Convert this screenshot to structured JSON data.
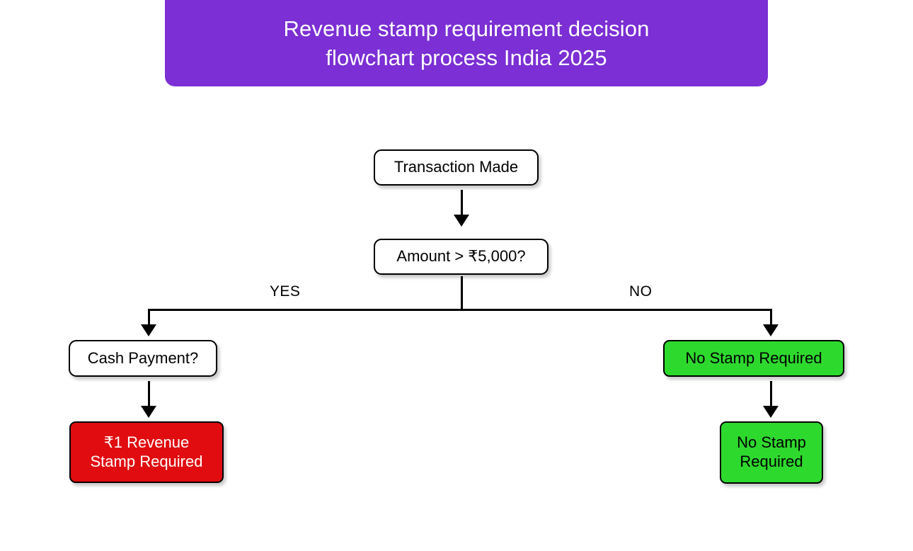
{
  "banner": {
    "title": "Revenue stamp requirement decision\nflowchart process India 2025",
    "background_color": "#7B2FD4",
    "text_color": "#FFFFFF"
  },
  "flowchart": {
    "type": "decision-flowchart",
    "background_color": "#FFFFFF",
    "line_color": "#000000",
    "nodes": [
      {
        "id": "start",
        "label": "Transaction Made",
        "shape": "rounded-rectangle",
        "fill": "#FFFFFF",
        "text_color": "#000000"
      },
      {
        "id": "amount-check",
        "label": "Amount > ₹5,000?",
        "shape": "rounded-rectangle",
        "fill": "#FFFFFF",
        "text_color": "#000000"
      },
      {
        "id": "cash-check",
        "label": "Cash Payment?",
        "shape": "rounded-rectangle",
        "fill": "#FFFFFF",
        "text_color": "#000000"
      },
      {
        "id": "stamp-required",
        "label": "₹1 Revenue\nStamp Required",
        "shape": "rounded-rectangle",
        "fill": "#E00C10",
        "text_color": "#FFFFFF"
      },
      {
        "id": "no-stamp-wide",
        "label": "No Stamp Required",
        "shape": "rounded-rectangle",
        "fill": "#2ED92E",
        "text_color": "#000000"
      },
      {
        "id": "no-stamp-small",
        "label": "No Stamp\nRequired",
        "shape": "rounded-rectangle",
        "fill": "#2ED92E",
        "text_color": "#000000"
      }
    ],
    "branch_labels": {
      "yes": "YES",
      "no": "NO"
    },
    "edges": [
      {
        "from": "start",
        "to": "amount-check",
        "label": ""
      },
      {
        "from": "amount-check",
        "to": "cash-check",
        "label": "YES"
      },
      {
        "from": "amount-check",
        "to": "no-stamp-wide",
        "label": "NO"
      },
      {
        "from": "cash-check",
        "to": "stamp-required",
        "label": ""
      },
      {
        "from": "no-stamp-wide",
        "to": "no-stamp-small",
        "label": ""
      }
    ]
  }
}
